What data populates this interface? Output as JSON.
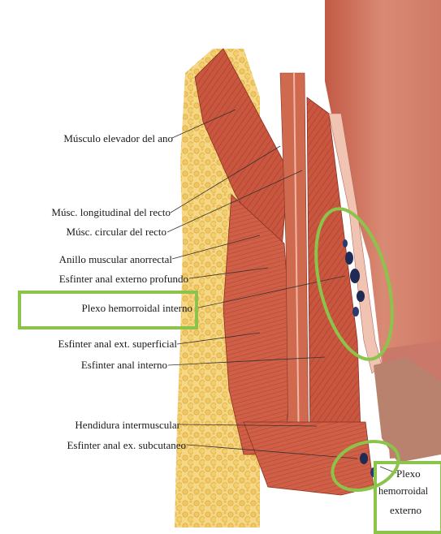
{
  "labels": {
    "elevador": "Músculo elevador del ano",
    "longitudinal": "Músc. longitudinal del recto",
    "circular": "Músc. circular del recto",
    "anillo": "Anillo muscular anorrectal",
    "profundo": "Esfinter anal externo profundo",
    "plexo_interno": "Plexo hemorroidal interno",
    "superficial": "Esfinter anal ext. superficial",
    "interno": "Esfinter anal interno",
    "hendidura": "Hendidura intermuscular",
    "subcutaneo": "Esfinter anal ex. subcutaneo",
    "plexo_externo_1": "Plexo",
    "plexo_externo_2": "hemorroidal",
    "plexo_externo_3": "externo"
  },
  "colors": {
    "highlight": "#8cc34a",
    "muscle": "#c7553f",
    "fat": "#f2cf6e",
    "mucosa": "#cf6a55",
    "vessel": "#1f2a55"
  }
}
